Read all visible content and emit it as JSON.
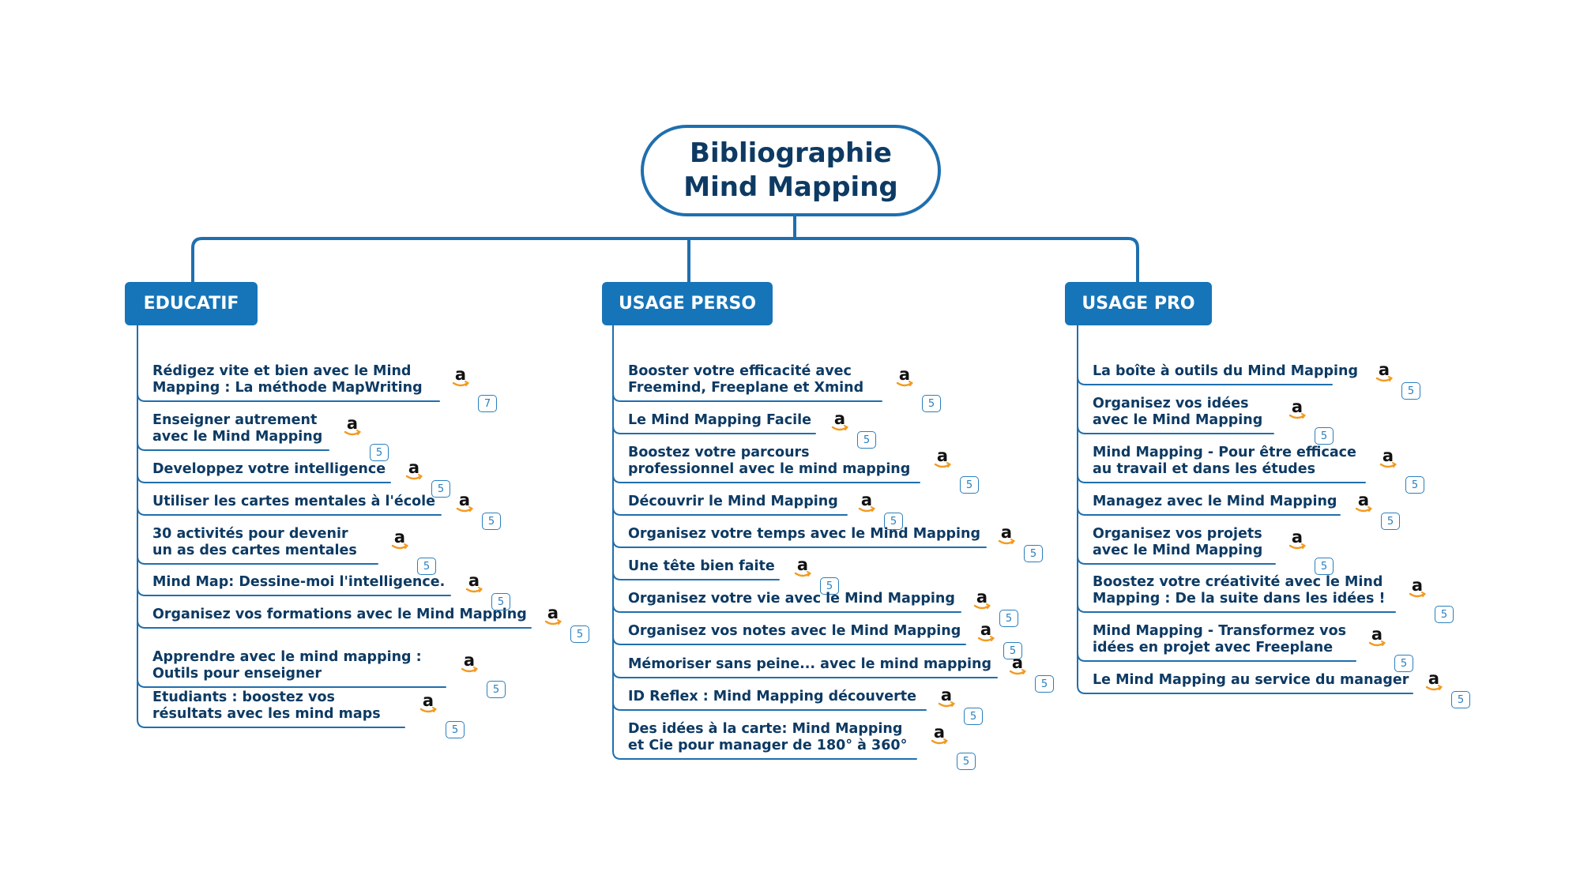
{
  "root": {
    "line1": "Bibliographie",
    "line2": "Mind Mapping"
  },
  "colors": {
    "line": "#1f6fae",
    "branch": "#1675b9",
    "text": "#0d3a63",
    "badge": "#2a7fbd"
  },
  "icons": {
    "link_icon": "amazon-logo-icon"
  },
  "branches": [
    {
      "label": "EDUCATIF",
      "items": [
        {
          "text": "Rédigez vite et bien avec le Mind\nMapping : La méthode MapWriting",
          "badge": "7"
        },
        {
          "text": "Enseigner autrement\navec le Mind Mapping",
          "badge": "5"
        },
        {
          "text": "Developpez votre intelligence",
          "badge": "5"
        },
        {
          "text": "Utiliser les cartes mentales à l'école",
          "badge": "5"
        },
        {
          "text": "30 activités pour devenir\nun as des cartes mentales",
          "badge": "5"
        },
        {
          "text": "Mind Map: Dessine-moi l'intelligence.",
          "badge": "5"
        },
        {
          "text": "Organisez vos formations avec le Mind Mapping",
          "badge": "5"
        },
        {
          "text": "Apprendre avec le mind mapping :\nOutils pour enseigner",
          "badge": "5"
        },
        {
          "text": "Etudiants : boostez vos\nrésultats avec les mind maps",
          "badge": "5"
        }
      ]
    },
    {
      "label": "USAGE PERSO",
      "items": [
        {
          "text": "Booster votre efficacité avec\nFreemind, Freeplane et Xmind",
          "badge": "5"
        },
        {
          "text": "Le Mind Mapping Facile",
          "badge": "5"
        },
        {
          "text": "Boostez votre parcours\nprofessionnel avec le mind mapping",
          "badge": "5"
        },
        {
          "text": "Découvrir le Mind Mapping",
          "badge": "5"
        },
        {
          "text": "Organisez votre temps avec le Mind Mapping",
          "badge": "5"
        },
        {
          "text": "Une tête bien faite",
          "badge": "5"
        },
        {
          "text": "Organisez votre vie avec le Mind Mapping",
          "badge": "5"
        },
        {
          "text": "Organisez vos notes avec le Mind Mapping",
          "badge": "5"
        },
        {
          "text": "Mémoriser sans peine... avec le mind mapping",
          "badge": "5"
        },
        {
          "text": "ID Reflex : Mind Mapping découverte",
          "badge": "5"
        },
        {
          "text": "Des idées à la carte: Mind Mapping\net Cie pour manager de 180° à 360°",
          "badge": "5"
        }
      ]
    },
    {
      "label": "USAGE PRO",
      "items": [
        {
          "text": "La boîte à outils du Mind Mapping",
          "badge": "5"
        },
        {
          "text": "Organisez vos idées\navec le Mind Mapping",
          "badge": "5"
        },
        {
          "text": "Mind Mapping - Pour être efficace\nau travail et dans les études",
          "badge": "5"
        },
        {
          "text": "Managez avec le Mind Mapping",
          "badge": "5"
        },
        {
          "text": "Organisez vos projets\navec le Mind Mapping",
          "badge": "5"
        },
        {
          "text": "Boostez votre créativité avec le Mind\nMapping : De la suite dans les idées !",
          "badge": "5"
        },
        {
          "text": "Mind Mapping - Transformez vos\nidées en projet avec Freeplane",
          "badge": "5"
        },
        {
          "text": "Le Mind Mapping au service du manager",
          "badge": "5"
        }
      ]
    }
  ]
}
